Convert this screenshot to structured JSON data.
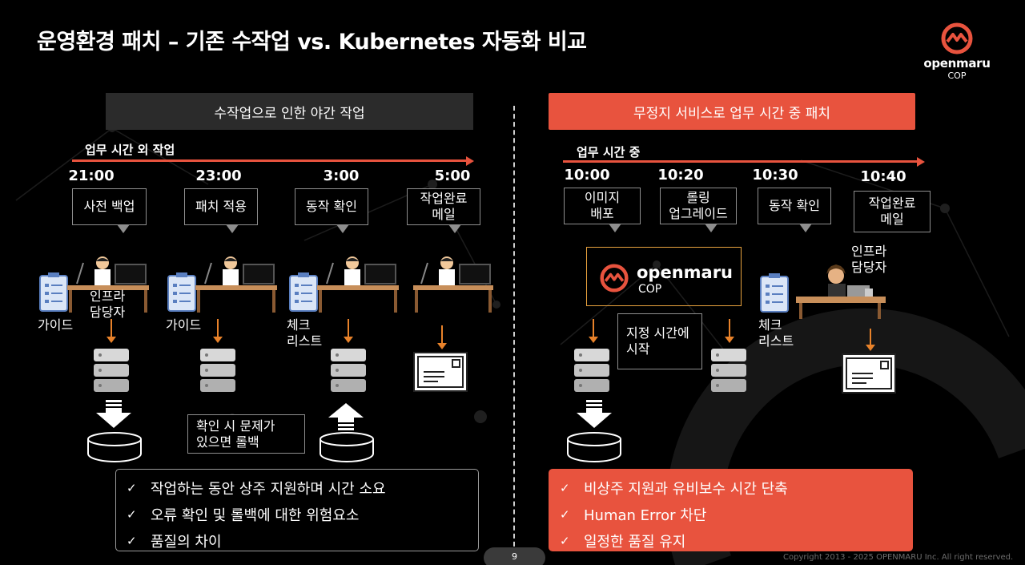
{
  "slide": {
    "title": "운영환경 패치 – 기존 수작업 vs. Kubernetes 자동화 비교",
    "page_number": "9",
    "copyright": "Copyright 2013 - 2025 OPENMARU Inc. All right reserved."
  },
  "logo": {
    "name": "openmaru",
    "sub": "COP"
  },
  "left": {
    "header": "수작업으로 인한 야간 작업",
    "timeline_label": "업무 시간 외 작업",
    "steps": [
      {
        "time": "21:00",
        "label": "사전 백업"
      },
      {
        "time": "23:00",
        "label": "패치 적용"
      },
      {
        "time": "3:00",
        "label": "동작 확인"
      },
      {
        "time": "5:00",
        "label": "작업완료\n메일"
      }
    ],
    "person_label": "인프라\n담당자",
    "guide_label_1": "가이드",
    "guide_label_2": "가이드",
    "checklist_label": "체크\n리스트",
    "rollback_note": "확인 시 문제가\n있으면 롤백",
    "summary": [
      "작업하는 동안 상주 지원하며 시간 소요",
      "오류 확인 및 롤백에 대한 위험요소",
      "품질의 차이"
    ]
  },
  "right": {
    "header": "무정지 서비스로 업무 시간 중 패치",
    "timeline_label": "업무 시간 중",
    "steps": [
      {
        "time": "10:00",
        "label": "이미지\n배포"
      },
      {
        "time": "10:20",
        "label": "롤링\n업그레이드"
      },
      {
        "time": "10:30",
        "label": "동작 확인"
      },
      {
        "time": "10:40",
        "label": "작업완료\n메일"
      }
    ],
    "cop_logo": {
      "name": "openmaru",
      "sub": "COP"
    },
    "scheduled_note": "지정 시간에\n시작",
    "checklist_label": "체크\n리스트",
    "person_label": "인프라\n담당자",
    "summary": [
      "비상주 지원과 유비보수 시간 단축",
      "Human Error 차단",
      "일정한 품질 유지"
    ]
  },
  "colors": {
    "accent": "#e8533e",
    "dark_header": "#2b2b2b",
    "arrow_orange": "#e8822a",
    "background": "#000000"
  },
  "icons": {
    "check": "✓"
  }
}
